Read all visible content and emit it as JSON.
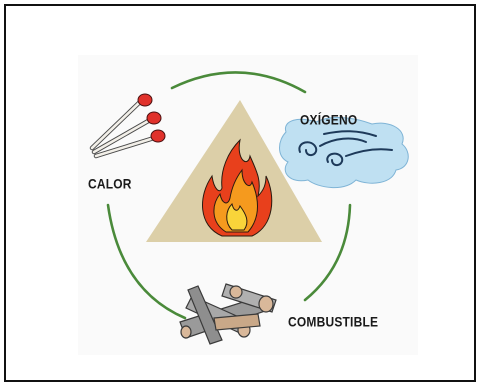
{
  "diagram": {
    "labels": {
      "heat": "CALOR",
      "oxygen": "OXÍGENO",
      "fuel": "COMBUSTIBLE"
    },
    "colors": {
      "cycle_ring": "#4a8a3a",
      "triangle": "#dccfa8",
      "flame_red": "#e8401c",
      "flame_orange": "#f59a1e",
      "flame_yellow": "#f9d43a",
      "wind_cloud": "#bfe0f2",
      "match_head": "#e0312b",
      "wood": "#9a9a9a",
      "wood_cut": "#d9b89a"
    },
    "icons": [
      "matches-icon",
      "fire-triangle-icon",
      "flame-icon",
      "wind-icon",
      "firewood-icon"
    ]
  }
}
